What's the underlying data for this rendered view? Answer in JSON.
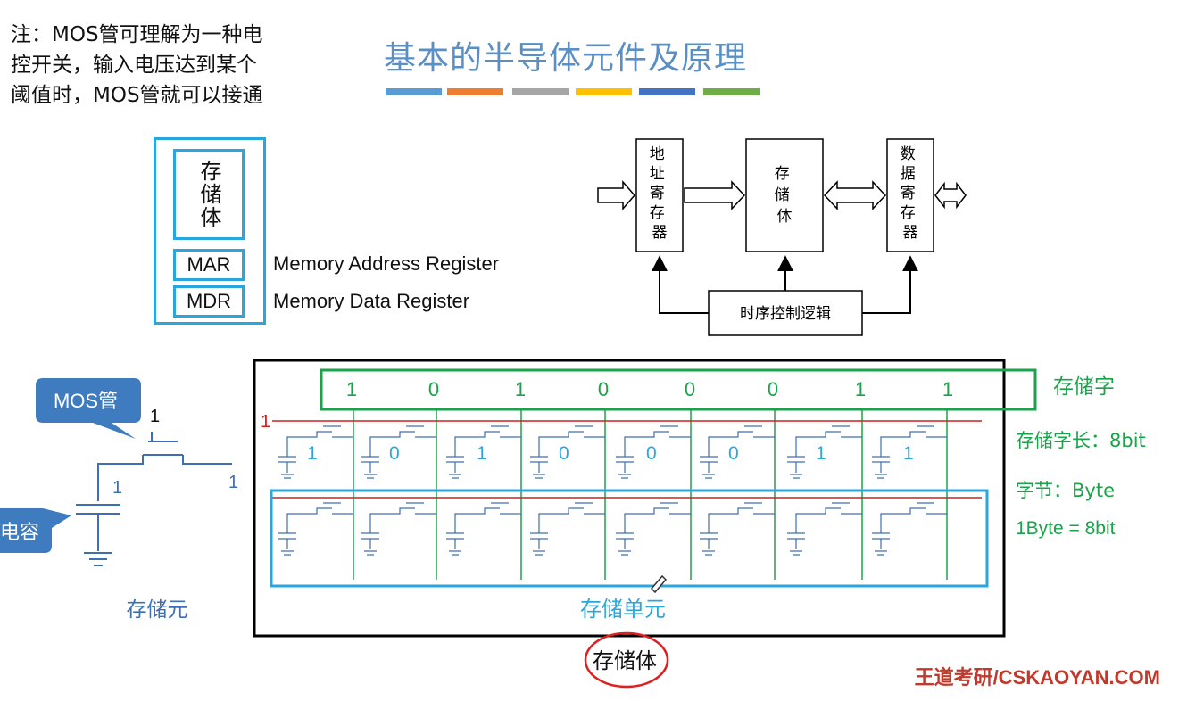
{
  "note": {
    "text": "注：MOS管可理解为一种电\n控开关，输入电压达到某个\n阈值时，MOS管就可以接通"
  },
  "slide": {
    "title": "基本的半导体元件及原理",
    "title_bar_colors": [
      "#5b9bd5",
      "#ed7d31",
      "#a5a5a5",
      "#ffc000",
      "#4472c4",
      "#70ad47"
    ]
  },
  "legend": {
    "store_label": "存储体",
    "mar_label": "MAR",
    "mar_desc": "Memory Address Register",
    "mdr_label": "MDR",
    "mdr_desc": "Memory Data Register"
  },
  "block_diagram": {
    "addr_reg": "地址寄存器",
    "store": "存储体",
    "data_reg": "数据寄存器",
    "control": "时序控制逻辑"
  },
  "mos": {
    "callout_mos": "MOS管",
    "callout_cap": "电容",
    "gate_value": "1",
    "source_value": "1",
    "drain_value": "1",
    "caption": "存储元"
  },
  "memory": {
    "word_bits": [
      "1",
      "0",
      "1",
      "0",
      "0",
      "0",
      "1",
      "1"
    ],
    "row_select_value": "1",
    "cell_values": [
      "1",
      "0",
      "1",
      "0",
      "0",
      "0",
      "1",
      "1"
    ],
    "word_label": "存储字",
    "word_length": "存储字长：8bit",
    "byte_label": "字节：Byte",
    "byte_eq": "1Byte = 8bit",
    "unit_label": "存储单元",
    "body_label": "存储体"
  },
  "footer": {
    "watermark": "王道考研/CSKAOYAN.COM"
  },
  "colors": {
    "accent_blue": "#2aa6df",
    "word_green": "#1aa34a",
    "row_red": "#d0201d",
    "callout_blue": "#3e7cbf"
  }
}
